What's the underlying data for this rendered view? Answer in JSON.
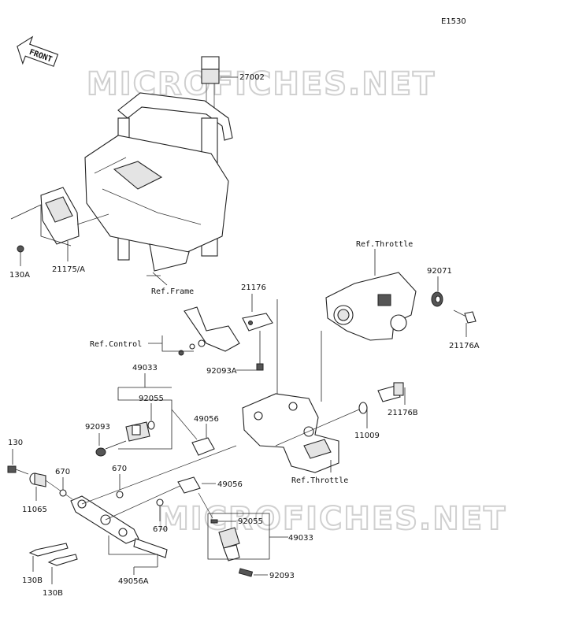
{
  "diagram_code": "E1530",
  "front_label": "FRONT",
  "watermark": "MICROFICHES.NET",
  "refs": {
    "frame": "Ref.Frame",
    "control": "Ref.Control",
    "throttle_top": "Ref.Throttle",
    "throttle_bottom": "Ref.Throttle"
  },
  "parts": {
    "p27002": "27002",
    "p21175a": "21175/A",
    "p130a": "130A",
    "p21176": "21176",
    "p92093a": "92093A",
    "p92071": "92071",
    "p21176a": "21176A",
    "p49033_top": "49033",
    "p92055_top": "92055",
    "p92093_top": "92093",
    "p49056_top": "49056",
    "p21176b": "21176B",
    "p11009": "11009",
    "p130": "130",
    "p670_a": "670",
    "p670_b": "670",
    "p670_c": "670",
    "p11065": "11065",
    "p49056_mid": "49056",
    "p92055_bot": "92055",
    "p49033_bot": "49033",
    "p92093_bot": "92093",
    "p130b_a": "130B",
    "p130b_b": "130B",
    "p49056a": "49056A"
  }
}
